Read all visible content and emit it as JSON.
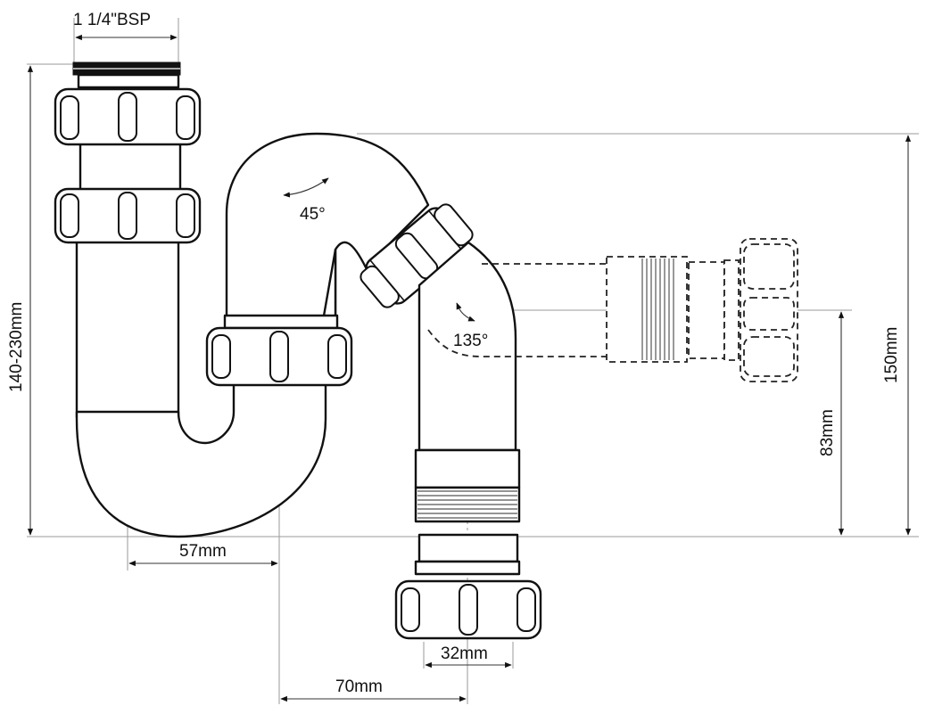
{
  "labels": {
    "bsp": "1 1/4\"BSP",
    "height_range": "140-230mm",
    "angle_45": "45°",
    "angle_135": "135°",
    "height_150": "150mm",
    "height_83": "83mm",
    "width_57": "57mm",
    "width_70": "70mm",
    "outlet_32": "32mm"
  }
}
